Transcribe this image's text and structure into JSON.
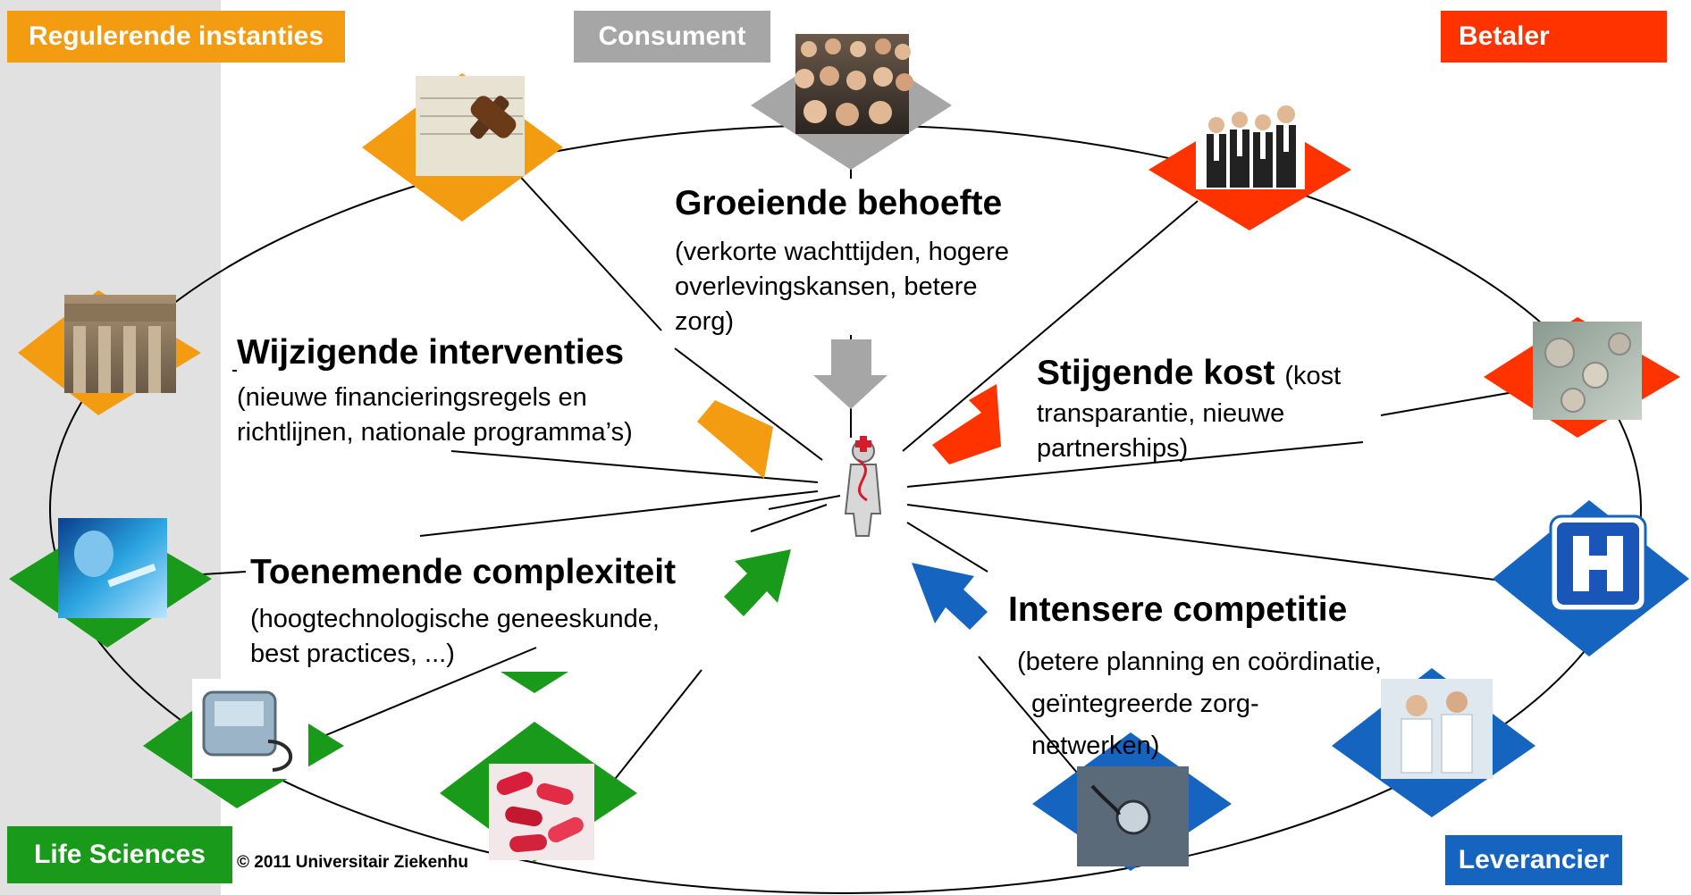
{
  "stakeholders": {
    "regulators": "Regulerende instanties",
    "consumer": "Consument",
    "payer": "Betaler",
    "life_sciences": "Life Sciences",
    "supplier": "Leverancier"
  },
  "factors": {
    "growing_need": {
      "title": "Groeiende behoefte",
      "desc_lines": [
        "(verkorte wachttijden, hogere",
        "overlevingskansen, betere",
        "zorg)"
      ]
    },
    "changing_interventions": {
      "title": "Wijzigende interventies",
      "desc_lines": [
        "(nieuwe financieringsregels en",
        "richtlijnen, nationale programma’s)"
      ]
    },
    "rising_cost": {
      "title": "Stijgende kost",
      "inline": "(kost",
      "desc_lines": [
        "transparantie, nieuwe",
        "partnerships)"
      ]
    },
    "increasing_complexity": {
      "title": "Toenemende complexiteit",
      "desc_lines": [
        "(hoogtechnologische geneeskunde,",
        "best practices, ...)"
      ]
    },
    "intense_competition": {
      "title": "Intensere competitie",
      "desc_lines": [
        "(betere planning en coördinatie,",
        "geïntegreerde zorg-",
        "netwerken)"
      ]
    }
  },
  "copyright": "© 2011 Universitair Ziekenhu",
  "colors": {
    "regulators": "#f39c12",
    "consumer": "#a6a6a6",
    "payer": "#ff3300",
    "life_sciences": "#1a9a1a",
    "supplier": "#1565c0",
    "side_band": "#e1e1e1"
  },
  "icons": [
    "gavel-photo",
    "crowd-photo",
    "business-team-photo",
    "courthouse-photo",
    "money-photo",
    "hospital-sign-icon",
    "lab-scientist-photo",
    "medical-device-photo",
    "pills-photo",
    "stethoscope-photo",
    "doctors-photo",
    "patient-caduceus-icon"
  ]
}
